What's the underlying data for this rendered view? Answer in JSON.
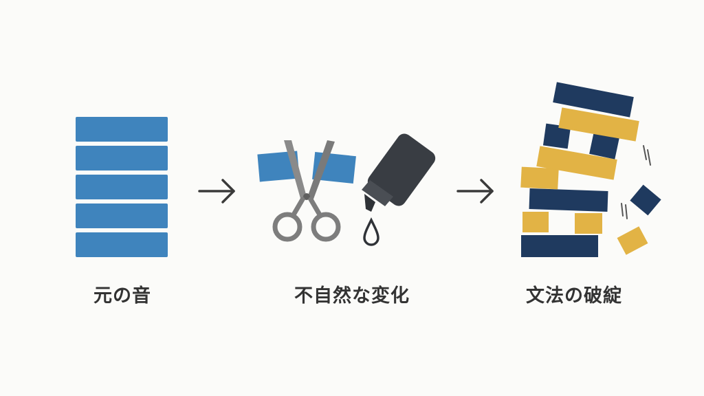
{
  "stages": [
    {
      "label": "元の音",
      "icon": "stacked-bars-icon"
    },
    {
      "label": "不自然な変化",
      "icon": "scissors-and-glue-icon"
    },
    {
      "label": "文法の破綻",
      "icon": "collapsing-tower-icon"
    }
  ],
  "colors": {
    "background": "#fbfbf9",
    "blue": "#3f84bd",
    "navy": "#1f3a5f",
    "gold": "#e2b345",
    "gray": "#7d7d7d",
    "dark": "#393d43",
    "text": "#333333"
  }
}
